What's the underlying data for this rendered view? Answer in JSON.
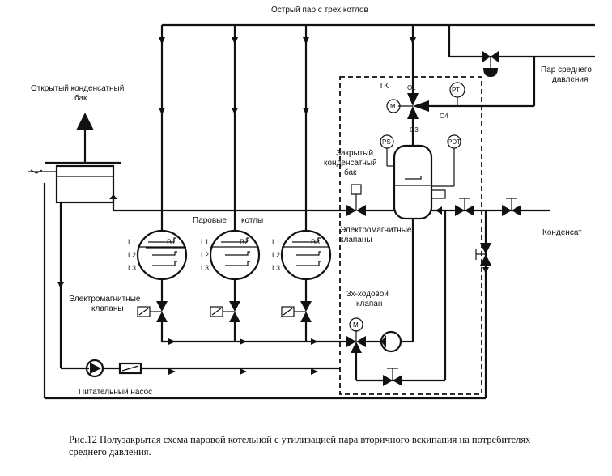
{
  "labels": {
    "live_steam": "Острый пар с трех котлов",
    "medium_steam_1": "Пар среднего",
    "medium_steam_2": "давления",
    "open_tank_1": "Открытый конденсатный",
    "open_tank_2": "бак",
    "tk": "ТК",
    "o1": "О1",
    "o3": "О3",
    "o4": "О4",
    "closed_tank_1": "Закрытый",
    "closed_tank_2": "конденсатный",
    "closed_tank_3": "бак",
    "boilers_1": "Паровые",
    "boilers_2": "котлы",
    "em_valves_right_1": "Электромагнитные",
    "em_valves_right_2": "клапаны",
    "condensate": "Конденсат",
    "em_valves_left_1": "Электромагнитные",
    "em_valves_left_2": "клапаны",
    "three_way_1": "3х-ходовой",
    "three_way_2": "клапан",
    "feed_pump": "Питательный насос",
    "m": "М",
    "pt": "РТ",
    "ps": "PS",
    "pdt": "PDT"
  },
  "boilers": [
    {
      "name": "B1",
      "levels": [
        "L1",
        "L2",
        "L3"
      ]
    },
    {
      "name": "B2",
      "levels": [
        "L1",
        "L2",
        "L3"
      ]
    },
    {
      "name": "B3",
      "levels": [
        "L1",
        "L2",
        "L3"
      ]
    }
  ],
  "caption": "Рис.12 Полузакрытая схема паровой котельной с утилизацией пара вторичного вскипания на потребителях среднего давления."
}
